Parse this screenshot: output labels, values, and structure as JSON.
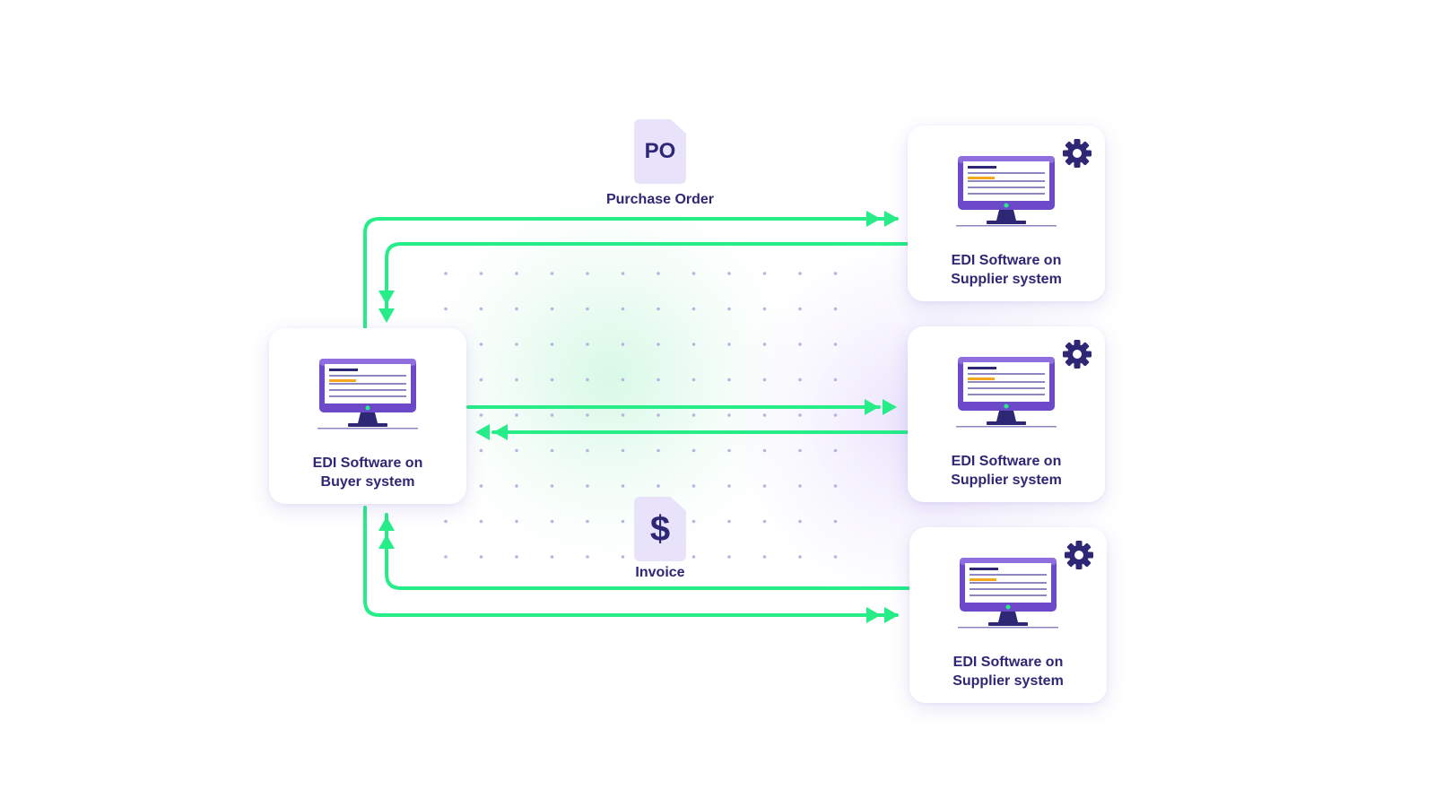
{
  "colors": {
    "arrow": "#26ed88",
    "text": "#2d2775",
    "monitor_frame": "#6c49c8",
    "screen_line": "#8d88c2",
    "screen_highlight": "#f5a71e",
    "doc_fill": "#e8e2fb",
    "dot": "#b8b4df"
  },
  "documents": {
    "purchase_order": {
      "icon_text": "PO",
      "label": "Purchase Order"
    },
    "invoice": {
      "icon_text": "$",
      "label": "Invoice"
    }
  },
  "buyer": {
    "line1": "EDI Software on",
    "line2": "Buyer system",
    "icon": "monitor-icon"
  },
  "suppliers": [
    {
      "line1": "EDI Software on",
      "line2": "Supplier system",
      "icon": "monitor-icon",
      "badge": "gear-icon"
    },
    {
      "line1": "EDI Software on",
      "line2": "Supplier system",
      "icon": "monitor-icon",
      "badge": "gear-icon"
    },
    {
      "line1": "EDI Software on",
      "line2": "Supplier system",
      "icon": "monitor-icon",
      "badge": "gear-icon"
    }
  ]
}
